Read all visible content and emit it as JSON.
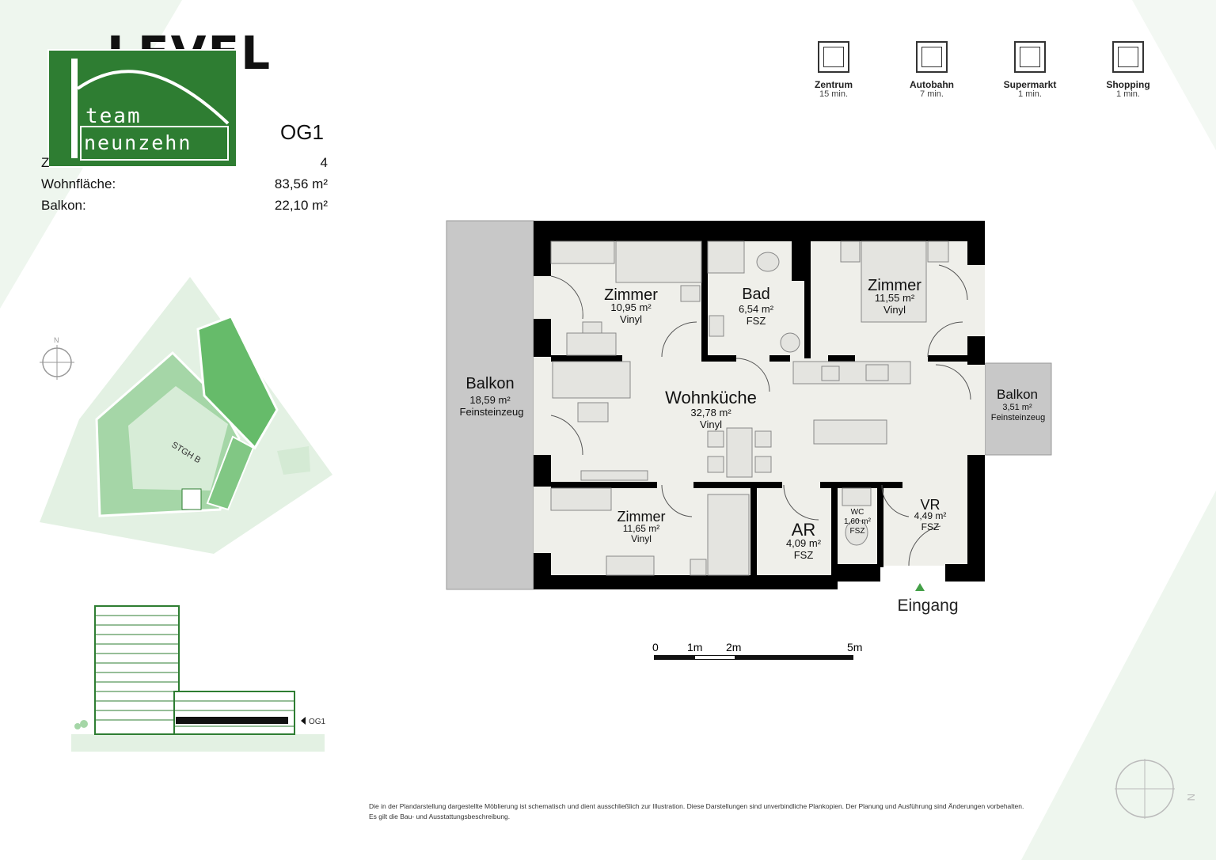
{
  "brand": {
    "word": "LEVEL",
    "logo_line1": "team",
    "logo_line2": "neunzehn"
  },
  "unit": {
    "level": "OG1",
    "rooms_label": "Z",
    "rooms_value": "4",
    "wohnflaeche_label": "Wohnfläche:",
    "wohnflaeche_value": "83,56 m²",
    "balkon_label": "Balkon:",
    "balkon_value": "22,10 m²"
  },
  "poi": [
    {
      "name": "Zentrum",
      "time": "15 min.",
      "icon": "tram-icon"
    },
    {
      "name": "Autobahn",
      "time": "7 min.",
      "icon": "highway-icon"
    },
    {
      "name": "Supermarkt",
      "time": "1 min.",
      "icon": "shopping-cart-icon"
    },
    {
      "name": "Shopping",
      "time": "1 min.",
      "icon": "shopping-bag-icon"
    }
  ],
  "siteplan": {
    "compass_letter": "N",
    "stairwell_label": "STGH B"
  },
  "elevation": {
    "floor_label": "OG1"
  },
  "rooms": [
    {
      "id": "balkon-west",
      "name": "Balkon",
      "area": "18,59 m²",
      "floor": "Feinsteinzeug"
    },
    {
      "id": "zimmer-1",
      "name": "Zimmer",
      "area": "10,95 m²",
      "floor": "Vinyl"
    },
    {
      "id": "bad",
      "name": "Bad",
      "area": "6,54 m²",
      "floor": "FSZ"
    },
    {
      "id": "zimmer-2",
      "name": "Zimmer",
      "area": "11,55 m²",
      "floor": "Vinyl"
    },
    {
      "id": "wohnkueche",
      "name": "Wohnküche",
      "area": "32,78 m²",
      "floor": "Vinyl"
    },
    {
      "id": "balkon-ost",
      "name": "Balkon",
      "area": "3,51 m²",
      "floor": "Feinsteinzeug"
    },
    {
      "id": "zimmer-3",
      "name": "Zimmer",
      "area": "11,65 m²",
      "floor": "Vinyl"
    },
    {
      "id": "ar",
      "name": "AR",
      "area": "4,09 m²",
      "floor": "FSZ"
    },
    {
      "id": "wc",
      "name": "WC",
      "area": "1,60 m²",
      "floor": "FSZ"
    },
    {
      "id": "vr",
      "name": "VR",
      "area": "4,49 m²",
      "floor": "FSZ"
    }
  ],
  "entrance_label": "Eingang",
  "scale": {
    "labels": [
      "0",
      "1m",
      "2m",
      "5m"
    ]
  },
  "compass_letter": "N",
  "disclaimer": "Die in der Plandarstellung dargestellte Möblierung ist schematisch und dient ausschließlich zur Illustration. Diese Darstellungen sind unverbindliche Plankopien. Der Planung und Ausführung sind Änderungen vorbehalten. Es gilt die Bau- und Ausstattungsbeschreibung.",
  "colors": {
    "brand_green": "#2e7d32",
    "light_green": "#e8f5e9",
    "mid_green": "#81c784",
    "dark_green": "#4caf50",
    "wall": "#000000",
    "room_fill": "#efefea",
    "balcony_fill": "#c8c8c8"
  }
}
